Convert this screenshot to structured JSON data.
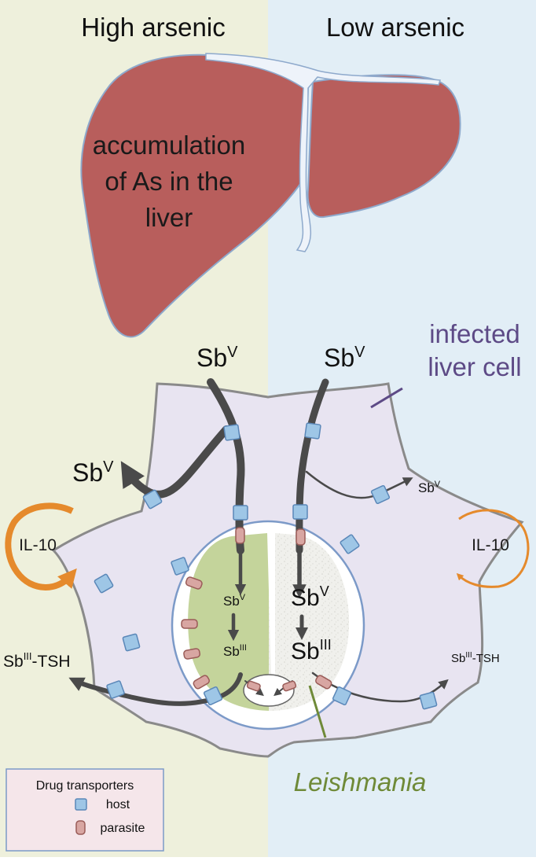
{
  "columns": {
    "left_title": "High arsenic",
    "right_title": "Low arsenic"
  },
  "liver": {
    "line1": "accumulation",
    "line2": "of As in the",
    "line3": "liver"
  },
  "cell": {
    "label_line1": "infected",
    "label_line2": "liver cell"
  },
  "parasite": {
    "label": "Leishmania"
  },
  "species": {
    "sb": "Sb",
    "v": "V",
    "iii": "III",
    "tsh": "-TSH",
    "il10": "IL-10"
  },
  "legend": {
    "title": "Drug transporters",
    "host": "host",
    "parasite": "parasite"
  },
  "colors": {
    "left_bg": "#eef0dc",
    "right_bg": "#e2eef6",
    "liver": "#b85e5c",
    "cell": "#e8e4f1",
    "parasite_left": "#c4d49b",
    "parasite_right": "#eeeeea",
    "host_transporter": "#9ec6e6",
    "parasite_transporter": "#d8a6a2",
    "il10_arrow": "#e58a2c",
    "cell_label": "#5d4a86",
    "leishmania_label": "#6f8a38",
    "arrow": "#505050"
  }
}
